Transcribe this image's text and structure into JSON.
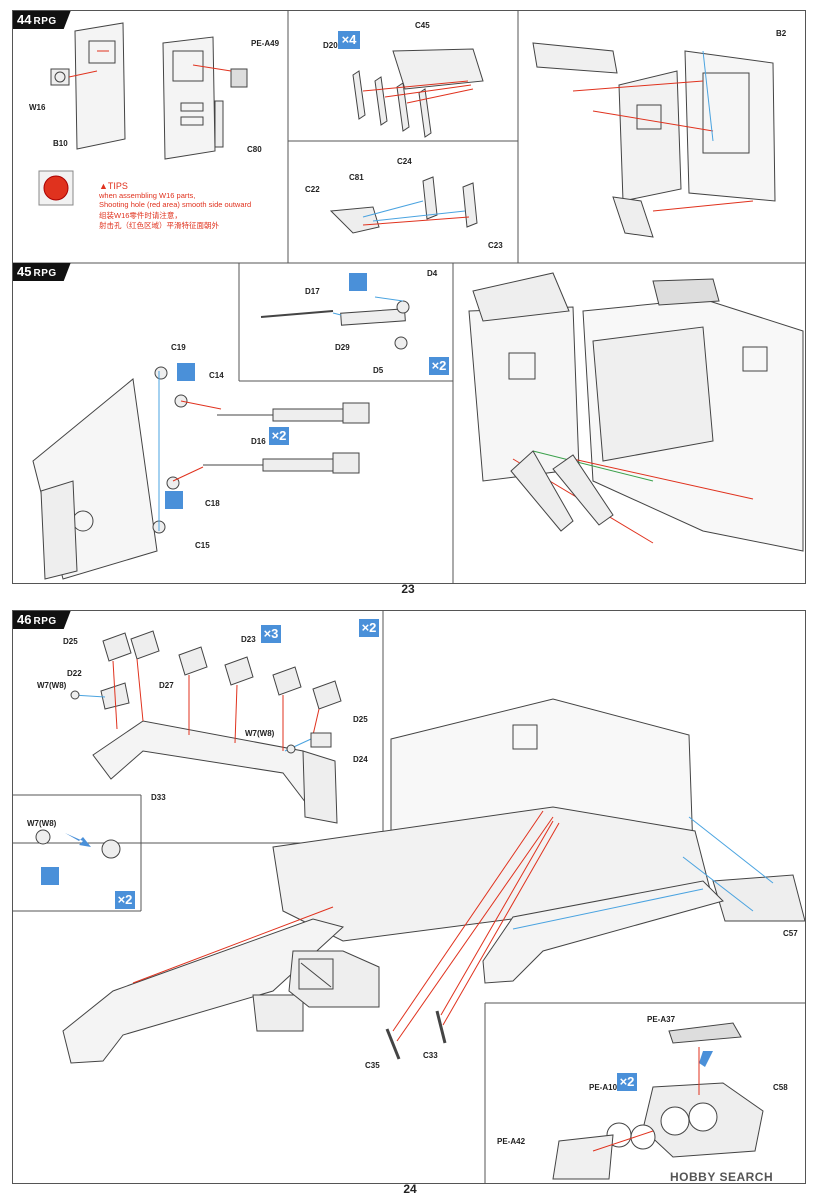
{
  "page_top": {
    "page_number": "23",
    "step44": {
      "number": "44",
      "brand": "RPG",
      "labels": {
        "w16": "W16",
        "b10": "B10",
        "pe_a49": "PE-A49",
        "c80": "C80",
        "d20": "D20",
        "c45": "C45",
        "b2": "B2",
        "c22": "C22",
        "c81": "C81",
        "c24": "C24",
        "c23": "C23"
      },
      "multiplier": "×4",
      "tips": {
        "title": "▲TIPS",
        "line1": "when assembling W16 parts,",
        "line2": "Shooting hole (red area) smooth side outward",
        "line3": "组装W16零件时请注意，",
        "line4": "射击孔（红色区域）平滑特征面朝外"
      }
    },
    "step45": {
      "number": "45",
      "brand": "RPG",
      "labels": {
        "d17": "D17",
        "d4": "D4",
        "d29": "D29",
        "d5": "D5",
        "c19": "C19",
        "c14": "C14",
        "d16": "D16",
        "c18": "C18",
        "c15": "C15"
      },
      "multiplier_a": "×2",
      "multiplier_b": "×2"
    }
  },
  "page_bottom": {
    "page_number": "24",
    "step46": {
      "number": "46",
      "brand": "RPG",
      "labels": {
        "d25a": "D25",
        "d27": "D27",
        "d23": "D23",
        "d22": "D22",
        "w7a": "W7(W8)",
        "w7b": "W7(W8)",
        "d25b": "D25",
        "d24": "D24",
        "d33": "D33",
        "w7c": "W7(W8)",
        "c57": "C57",
        "c35": "C35",
        "c33": "C33",
        "pe_a37": "PE-A37",
        "pe_a10": "PE-A10",
        "c58": "C58",
        "pe_a42": "PE-A42"
      },
      "multiplier_x3": "×3",
      "multiplier_x2a": "×2",
      "multiplier_x2b": "×2",
      "multiplier_x2c": "×2"
    },
    "watermark": "HOBBY SEARCH"
  },
  "colors": {
    "red_arrow": "#e0321e",
    "blue_arrow": "#4aa3e0",
    "badge": "#4a90d9",
    "green_line": "#3aa04a"
  }
}
